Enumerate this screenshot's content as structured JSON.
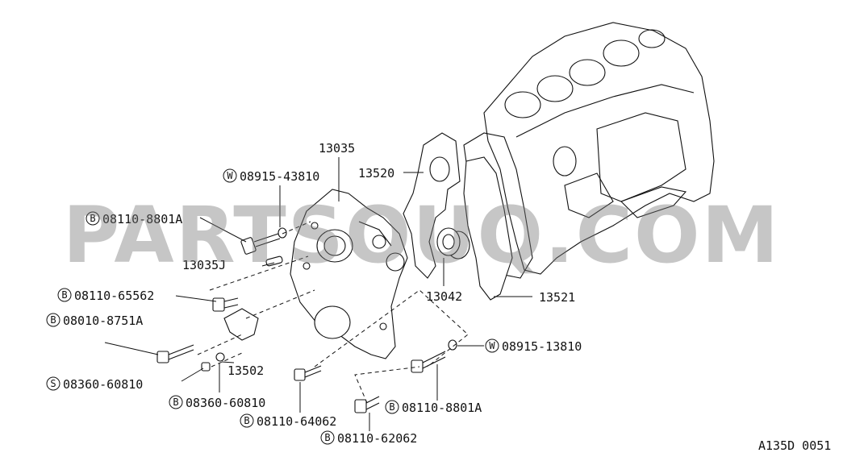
{
  "watermark": "PARTSOUQ.COM",
  "figure_code": "A135D 0051",
  "callouts": [
    {
      "prefix": "",
      "number": "13035"
    },
    {
      "prefix": "W",
      "number": "08915-43810"
    },
    {
      "prefix": "B",
      "number": "08110-8801A"
    },
    {
      "prefix": "",
      "number": "13035J"
    },
    {
      "prefix": "B",
      "number": "08110-65562"
    },
    {
      "prefix": "B",
      "number": "08010-8751A"
    },
    {
      "prefix": "S",
      "number": "08360-60810"
    },
    {
      "prefix": "",
      "number": "13502"
    },
    {
      "prefix": "B",
      "number": "08360-60810"
    },
    {
      "prefix": "B",
      "number": "08110-64062"
    },
    {
      "prefix": "B",
      "number": "08110-62062"
    },
    {
      "prefix": "B",
      "number": "08110-8801A"
    },
    {
      "prefix": "W",
      "number": "08915-13810"
    },
    {
      "prefix": "",
      "number": "13042"
    },
    {
      "prefix": "",
      "number": "13520"
    },
    {
      "prefix": "",
      "number": "13521"
    }
  ]
}
